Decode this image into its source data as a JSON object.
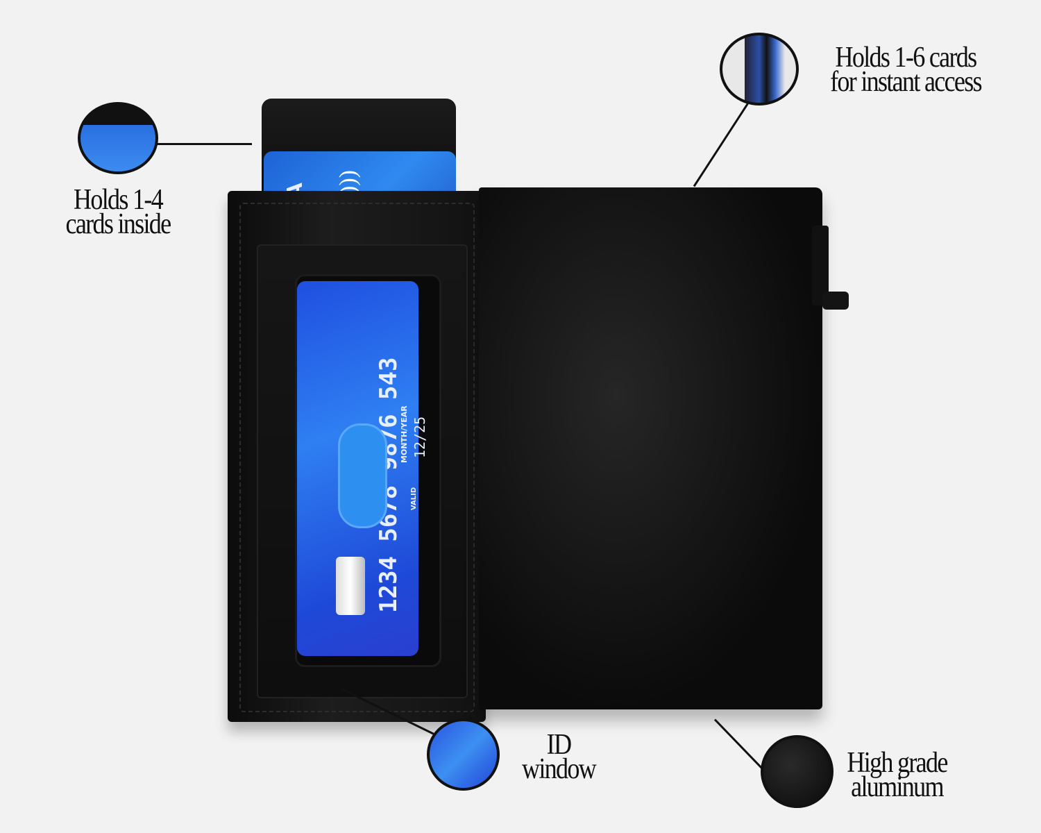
{
  "callouts": {
    "top_right": {
      "line1": "Holds 1-6 cards",
      "line2": "for instant access"
    },
    "top_left": {
      "line1": "Holds 1-4",
      "line2": "cards inside"
    },
    "id_window": {
      "line1": "ID",
      "line2": "window"
    },
    "aluminum": {
      "line1": "High grade",
      "line2": "aluminum"
    }
  },
  "card": {
    "number": "1234 5678 9876 543",
    "expiry_label": "MONTH/YEAR",
    "expiry": "12/25",
    "valid_label": "VALID",
    "brand_fragment": "SA"
  },
  "colors": {
    "background": "#f2f2f2",
    "card_blue": "#2f7ff2",
    "wallet": "#111111"
  }
}
